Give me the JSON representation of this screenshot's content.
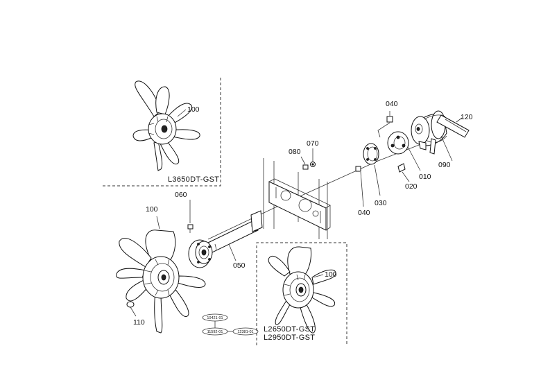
{
  "callouts": {
    "p010": "010",
    "p020": "020",
    "p030": "030",
    "p040a": "040",
    "p040b": "040",
    "p050": "050",
    "p060": "060",
    "p070": "070",
    "p080": "080",
    "p090": "090",
    "p100a": "100",
    "p100b": "100",
    "p100c": "100",
    "p110": "110",
    "p120": "120"
  },
  "variants": {
    "top_left": "L3650DT-GST",
    "bottom_right_1": "L2650DT-GST",
    "bottom_right_2": "L2950DT-GST"
  },
  "serial_tags": {
    "tag1": "10421-01",
    "tag2": "11592-01",
    "tag3": "12381-01"
  }
}
